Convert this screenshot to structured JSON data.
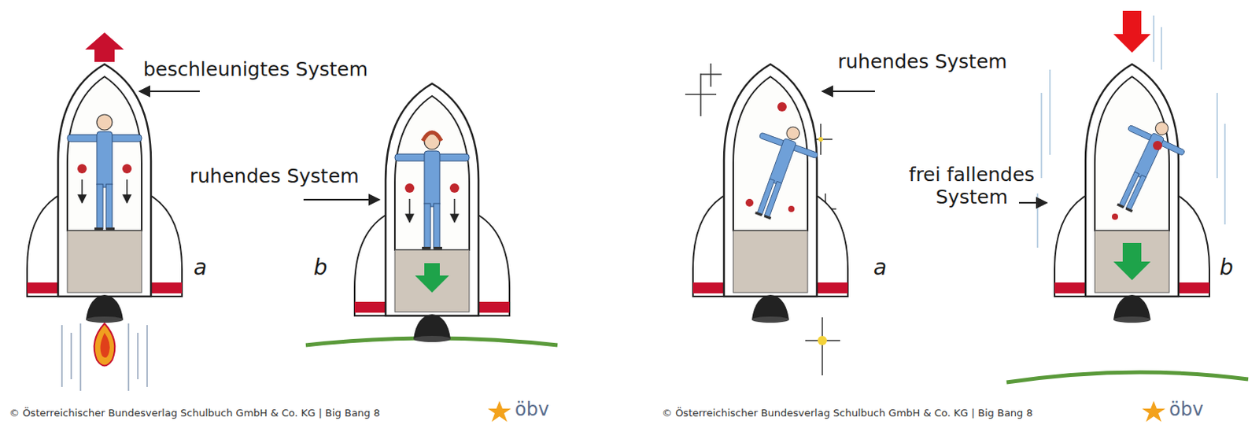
{
  "diagram": {
    "labels": [
      "beschleunigtes System",
      "ruhendes System",
      "a",
      "b",
      "© Österreichischer Bundesverlag Schulbuch GmbH & Co. KG | Big Bang 8",
      "öbv",
      "ruhendes System",
      "frei fallendes System",
      "a",
      "b",
      "© Österreichischer Bundesverlag Schulbuch GmbH & Co. KG | Big Bang 8",
      "öbv"
    ]
  }
}
